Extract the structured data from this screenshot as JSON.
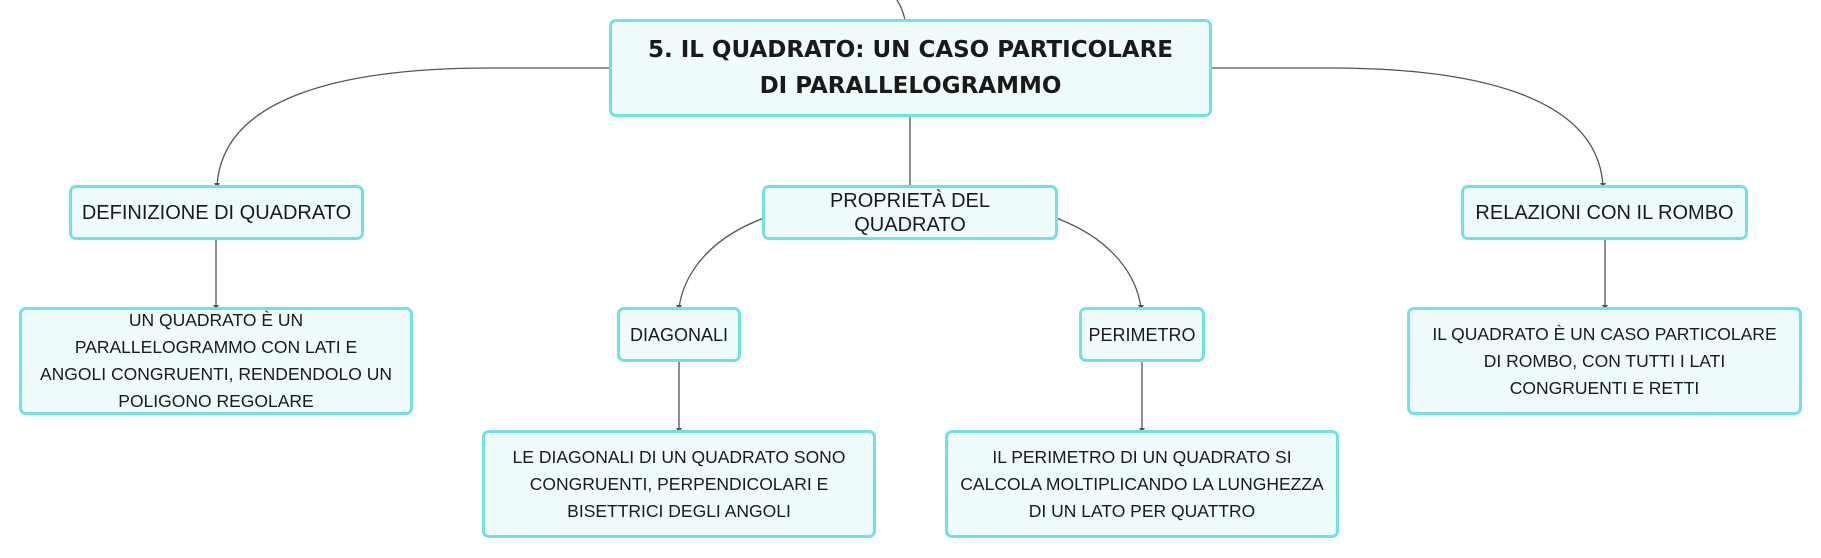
{
  "colors": {
    "node_fill": "#f0fcfc",
    "node_border": "#6fe3e3",
    "connector": "#555555",
    "text": "#1a1a1a"
  },
  "root": {
    "title": "5. IL QUADRATO: UN CASO PARTICOLARE DI PARALLELOGRAMMO"
  },
  "branches": {
    "definizione": {
      "label": "DEFINIZIONE DI QUADRATO",
      "detail": "UN QUADRATO È UN PARALLELOGRAMMO CON LATI E ANGOLI CONGRUENTI, RENDENDOLO UN POLIGONO REGOLARE"
    },
    "proprieta": {
      "label": "PROPRIETÀ DEL QUADRATO",
      "diagonali": {
        "label": "DIAGONALI",
        "detail": "LE DIAGONALI DI UN QUADRATO SONO CONGRUENTI, PERPENDICOLARI E BISETTRICI DEGLI ANGOLI"
      },
      "perimetro": {
        "label": "PERIMETRO",
        "detail": "IL PERIMETRO DI UN QUADRATO SI CALCOLA MOLTIPLICANDO LA LUNGHEZZA DI UN LATO PER QUATTRO"
      }
    },
    "rombo": {
      "label": "RELAZIONI CON IL ROMBO",
      "detail": "IL QUADRATO È UN CASO PARTICOLARE DI ROMBO, CON TUTTI I LATI CONGRUENTI E RETTI"
    }
  }
}
